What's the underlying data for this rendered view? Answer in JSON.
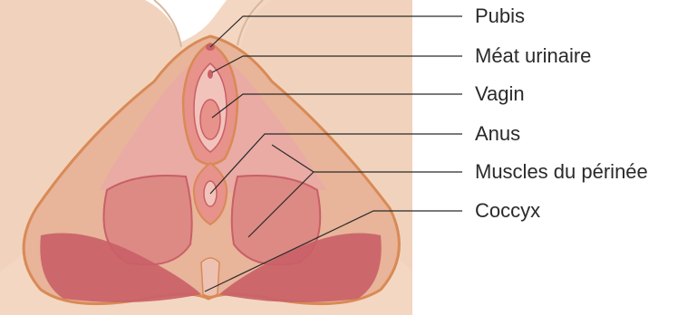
{
  "labels": {
    "pubis": "Pubis",
    "meat_urinaire": "Méat urinaire",
    "vagin": "Vagin",
    "anus": "Anus",
    "muscles_perinee": "Muscles du périnée",
    "coccyx": "Coccyx"
  },
  "colors": {
    "skin": "#f3d7c2",
    "skin_edge": "#d9b79c",
    "outline": "#d98a55",
    "muscle_light": "#e8a7a3",
    "muscle_mid": "#df8f88",
    "muscle_dark": "#c95f67",
    "leader": "#2a2a2a",
    "text": "#2a2a2a"
  }
}
